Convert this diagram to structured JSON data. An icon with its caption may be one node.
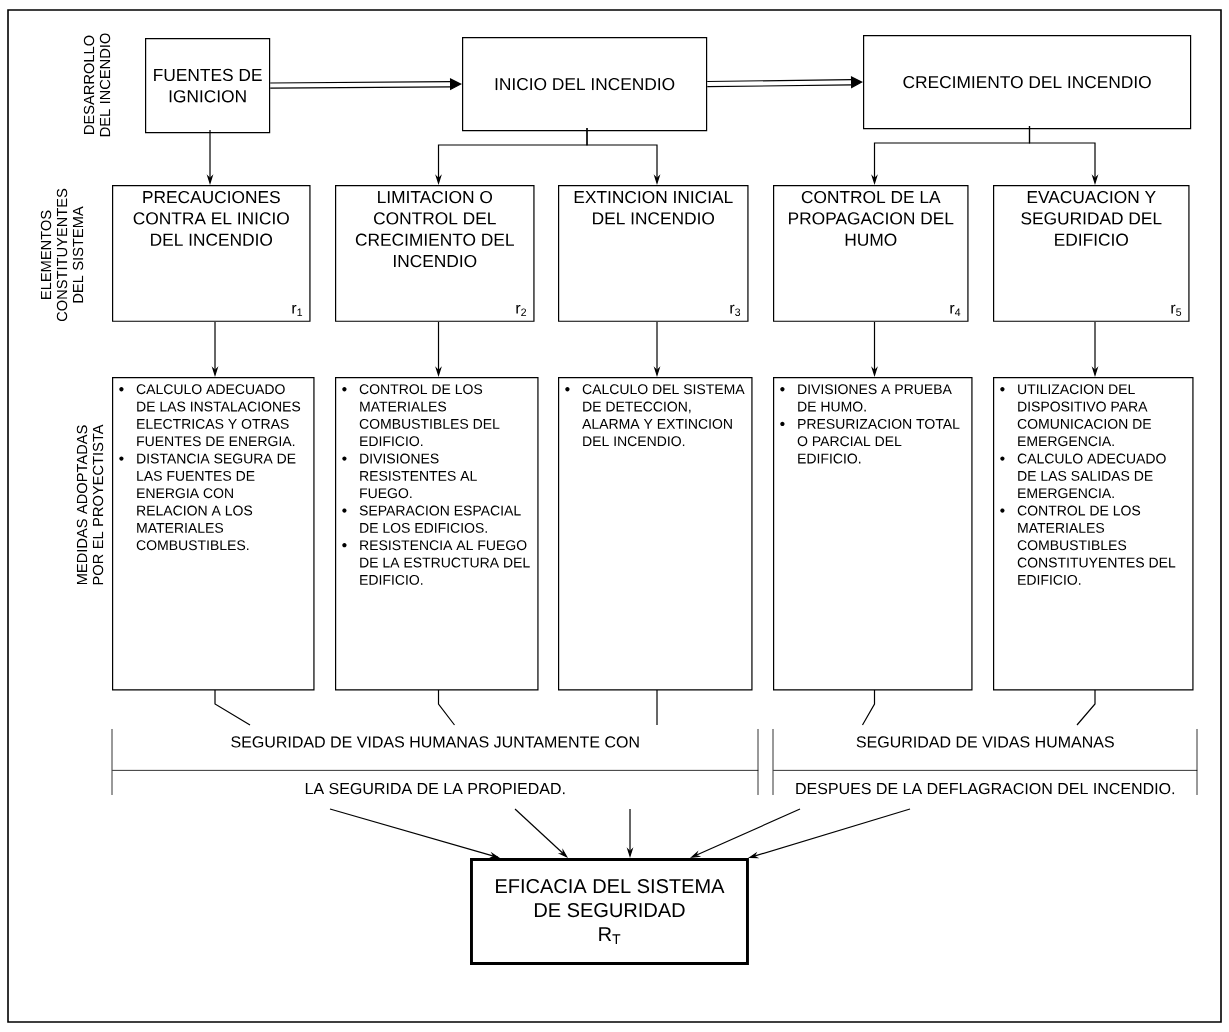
{
  "diagram": {
    "nodes": [
      {
        "text": [
          "FUENTES DE IGNICION"
        ]
      },
      {
        "text": [
          "INICIO DEL INCENDIO"
        ]
      },
      {
        "text": [
          "CRECIMIENTO DEL INCENDIO"
        ]
      },
      {
        "text": [
          "PRECAUCIONES CONTRA EL INICIO DEL INCENDIO",
          "r$_{1}$"
        ]
      },
      {
        "text": [
          "LIMITACION O CONTROL DEL CRECIMIENTO DEL INCENDIO",
          "r$_{2}$"
        ]
      },
      {
        "text": [
          "EXTINCION INICIAL DEL INCENDIO",
          "r$_{3}$"
        ]
      },
      {
        "text": [
          "CONTROL DE LA PROPAGACION DEL HUMO",
          "r$_{4}$"
        ]
      },
      {
        "text": [
          "EVACUACION Y SEGURIDAD DEL EDIFICIO",
          "r$_{5}$"
        ]
      },
      {
        "text": [
          "CALCULO ADECUADO DE LAS INSTALACIONES ELECTRICAS Y OTRAS FUENTES DE ENERGIA.",
          "DISTANCIA SEGURA DE LAS FUENTES DE ENERGIA CON RELACION A LOS MATERIALES COMBUSTIBLES."
        ]
      },
      {
        "text": [
          "CONTROL DE LOS MATERIALES COMBUSTIBLES DEL EDIFICIO.",
          "DIVISIONES RESISTENTES AL FUEGO.",
          "SEPARACION ESPACIAL DE LOS EDIFICIOS.",
          "RESISTENCIA AL FUEGO DE LA ESTRUCTURA DEL EDIFICIO."
        ]
      },
      {
        "text": [
          "CALCULO DEL SISTEMA DE DETECCION, ALARMA Y EXTINCION DEL INCENDIO."
        ]
      },
      {
        "text": [
          "DIVISIONES A PRUEBA DE HUMO.",
          "PRESURIZACION TOTAL O PARCIAL DEL EDIFICIO."
        ]
      },
      {
        "text": [
          "UTILIZACION DEL DISPOSITIVO PARA COMUNICACION DE EMERGENCIA.",
          "CALCULO ADECUADO DE LAS SALIDAS DE EMERGENCIA.",
          "CONTROL DE LOS MATERIALES COMBUSTIBLES CONSTITUYENTES DEL EDIFICIO."
        ]
      },
      {
        "text": [
          "SEGURIDAD DE VIDAS HUMANAS JUNTAMENTE CON",
          "LA SEGURIDA DE LA PROPIEDAD."
        ]
      },
      {
        "text": [
          "SEGURIDAD DE VIDAS HUMANAS",
          "DESPUES DE LA DEFLAGRACION DEL INCENDIO."
        ]
      },
      {
        "text": [
          "EFICACIA DEL SISTEMA DE SEGURIDAD",
          "R$_{T}$"
        ]
      }
    ],
    "edges": [
      {
        "from": 0,
        "to": 1,
        "arrow": "to",
        "style": "thick"
      },
      {
        "from": 1,
        "to": 2,
        "arrow": "to",
        "style": "thick"
      },
      {
        "from": 0,
        "to": 3,
        "arrow": "to"
      },
      {
        "from": 1,
        "to": 4,
        "arrow": "to"
      },
      {
        "from": 1,
        "to": 5,
        "arrow": "to"
      },
      {
        "from": 2,
        "to": 6,
        "arrow": "to"
      },
      {
        "from": 2,
        "to": 7,
        "arrow": "to"
      },
      {
        "from": 3,
        "to": 8,
        "arrow": "to"
      },
      {
        "from": 4,
        "to": 9,
        "arrow": "to"
      },
      {
        "from": 5,
        "to": 10,
        "arrow": "to"
      },
      {
        "from": 6,
        "to": 11,
        "arrow": "to"
      },
      {
        "from": 7,
        "to": 12,
        "arrow": "to"
      },
      {
        "from": 8,
        "to": 13,
        "arrow": "none"
      },
      {
        "from": 9,
        "to": 13,
        "arrow": "none"
      },
      {
        "from": 10,
        "to": 13,
        "arrow": "none"
      },
      {
        "from": 11,
        "to": 14,
        "arrow": "none"
      },
      {
        "from": 12,
        "to": 14,
        "arrow": "none"
      },
      {
        "from": 13,
        "to": 15,
        "arrow": "to"
      },
      {
        "from": 13,
        "to": 15,
        "arrow": "to"
      },
      {
        "from": 13,
        "to": 15,
        "arrow": "to"
      },
      {
        "from": 14,
        "to": 15,
        "arrow": "to"
      },
      {
        "from": 14,
        "to": 15,
        "arrow": "to"
      }
    ],
    "labels": [
      "DESARROLLO DEL INCENDIO",
      "ELEMENTOS CONSTITUYENTES DEL SISTEMA",
      "MEDIDAS ADOPTADAS POR EL PROYECTISTA"
    ]
  }
}
